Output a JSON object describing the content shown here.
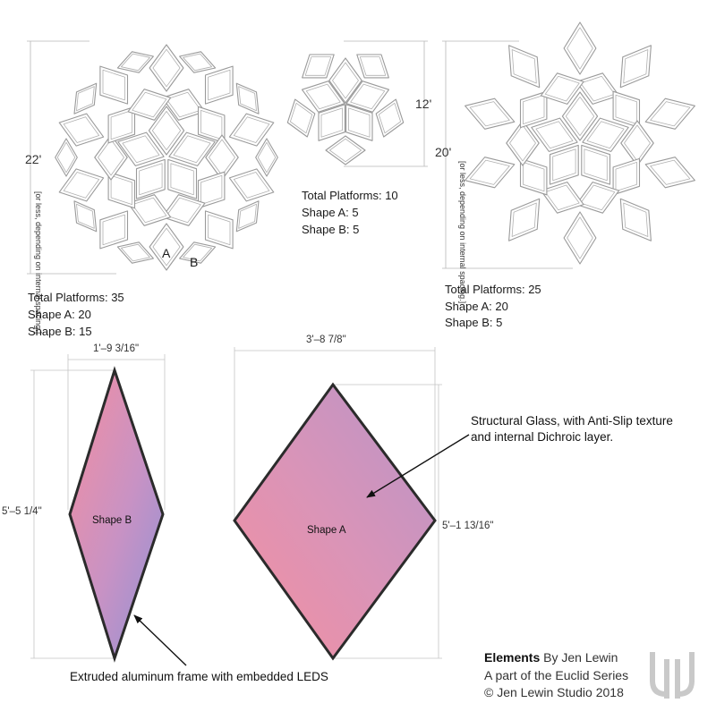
{
  "layouts": [
    {
      "size": "22'",
      "spacing_note": "[or less, depending on internal spacing.]",
      "total": "Total Platforms: 35",
      "shape_a": "Shape A: 20",
      "shape_b": "Shape B: 15",
      "label_a": "A",
      "label_b": "B"
    },
    {
      "size": "12'",
      "total": "Total Platforms: 10",
      "shape_a": "Shape A: 5",
      "shape_b": "Shape B: 5"
    },
    {
      "size": "20'",
      "spacing_note": "[or less, depending on internal spacing.]",
      "total": "Total Platforms: 25",
      "shape_a": "Shape A: 20",
      "shape_b": "Shape B: 5"
    }
  ],
  "shapes": {
    "b": {
      "label": "Shape B",
      "width": "1'–9 3/16\"",
      "height": "5'–5 1/4\""
    },
    "a": {
      "label": "Shape A",
      "width": "3'–8 7/8\"",
      "height": "5'–1 13/16\""
    }
  },
  "annotations": {
    "glass": "Structural Glass, with Anti-Slip texture and internal Dichroic layer.",
    "frame": "Extruded aluminum frame with embedded LEDS"
  },
  "credit": {
    "title": "Elements",
    "by": " By Jen Lewin",
    "series": "A part of the Euclid Series",
    "copyright": "© Jen Lewin Studio 2018"
  },
  "colors": {
    "gradient_pink": "#f48fa0",
    "gradient_violet": "#b894c8",
    "gradient_blue": "#8f93d6",
    "frame": "#2b2b2b",
    "panel_outline": "#9a9a9a"
  },
  "icons": [
    "studio-logo-icon"
  ]
}
